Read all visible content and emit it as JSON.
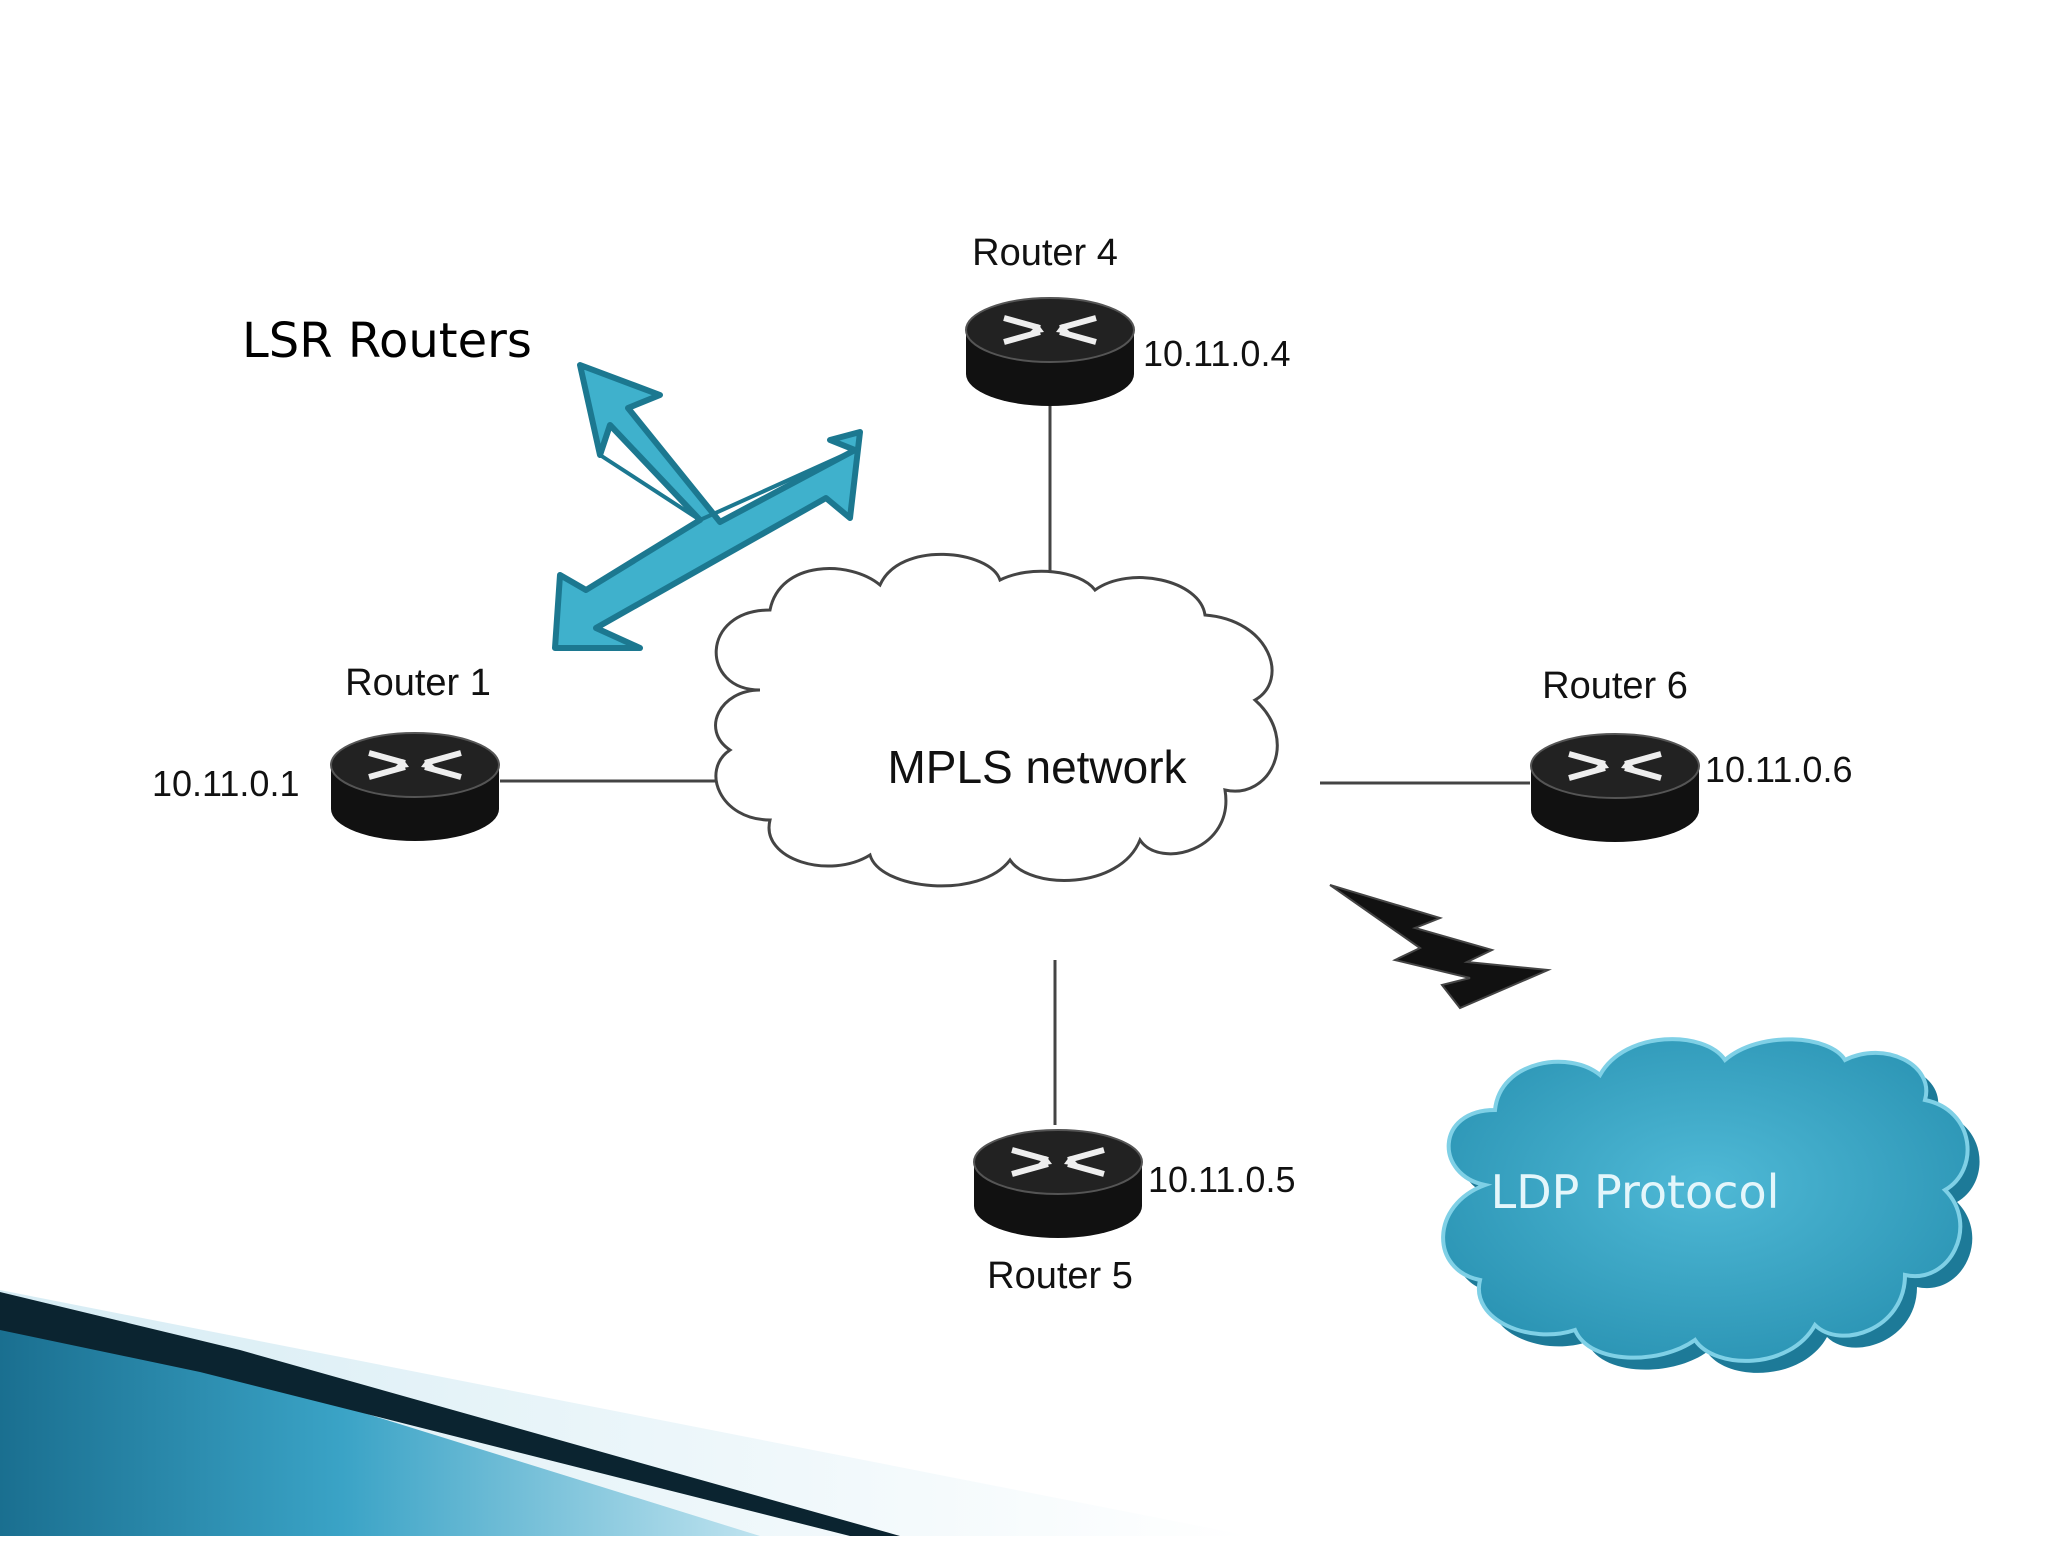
{
  "annotation": {
    "lsr_label": "LSR Routers"
  },
  "network": {
    "label": "MPLS network"
  },
  "ldp": {
    "label": "LDP Protocol"
  },
  "routers": [
    {
      "id": "r4",
      "name": "Router 4",
      "ip": "10.11.0.4"
    },
    {
      "id": "r1",
      "name": "Router 1",
      "ip": "10.11.0.1"
    },
    {
      "id": "r6",
      "name": "Router 6",
      "ip": "10.11.0.6"
    },
    {
      "id": "r5",
      "name": "Router 5",
      "ip": "10.11.0.5"
    }
  ],
  "colors": {
    "arrow": "#2e9fb8",
    "ldp_cloud": "#35a4c2",
    "band_dark": "#0b2430",
    "band_blue": "#1f7ea0"
  },
  "icons": [
    "router-icon",
    "cloud-icon",
    "lightning-bolt-icon",
    "multi-direction-arrow-icon"
  ]
}
